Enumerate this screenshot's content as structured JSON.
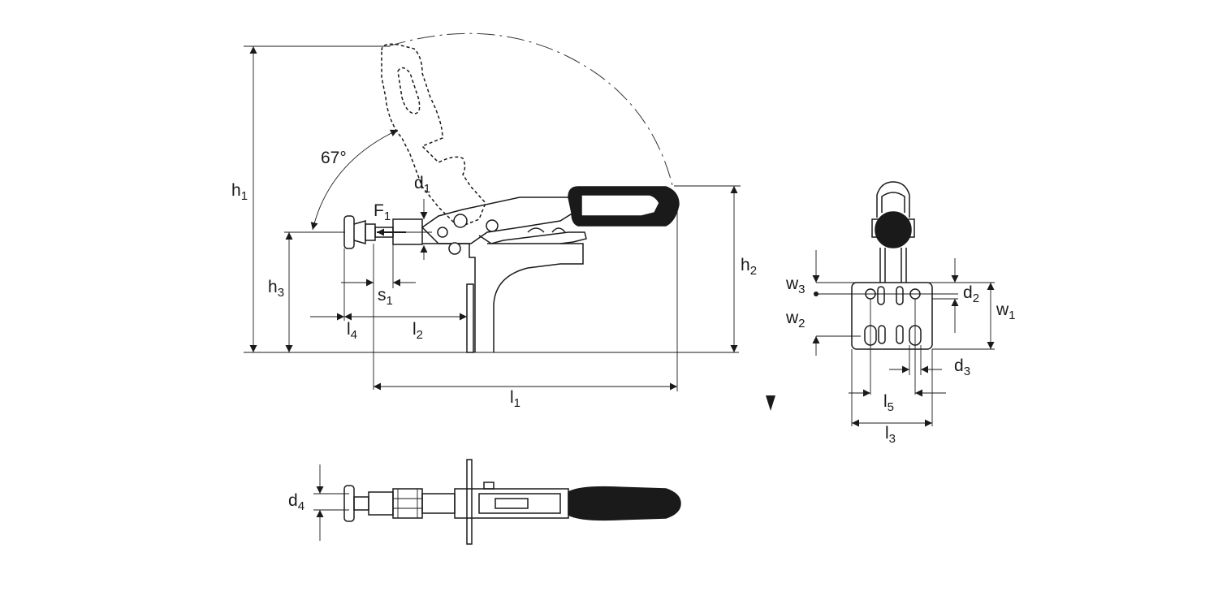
{
  "dimensions": {
    "h1": {
      "main": "h",
      "sub": "1"
    },
    "h2": {
      "main": "h",
      "sub": "2"
    },
    "h3": {
      "main": "h",
      "sub": "3"
    },
    "d1": {
      "main": "d",
      "sub": "1"
    },
    "d2": {
      "main": "d",
      "sub": "2"
    },
    "d3": {
      "main": "d",
      "sub": "3"
    },
    "d4": {
      "main": "d",
      "sub": "4"
    },
    "f1": {
      "main": "F",
      "sub": "1"
    },
    "s1": {
      "main": "s",
      "sub": "1"
    },
    "l1": {
      "main": "l",
      "sub": "1"
    },
    "l2": {
      "main": "l",
      "sub": "2"
    },
    "l3": {
      "main": "l",
      "sub": "3"
    },
    "l4": {
      "main": "l",
      "sub": "4"
    },
    "l5": {
      "main": "l",
      "sub": "5"
    },
    "w1": {
      "main": "w",
      "sub": "1"
    },
    "w2": {
      "main": "w",
      "sub": "2"
    },
    "w3": {
      "main": "w",
      "sub": "3"
    }
  },
  "angle": "67°",
  "colors": {
    "line": "#1a1a1a",
    "background": "#ffffff"
  }
}
